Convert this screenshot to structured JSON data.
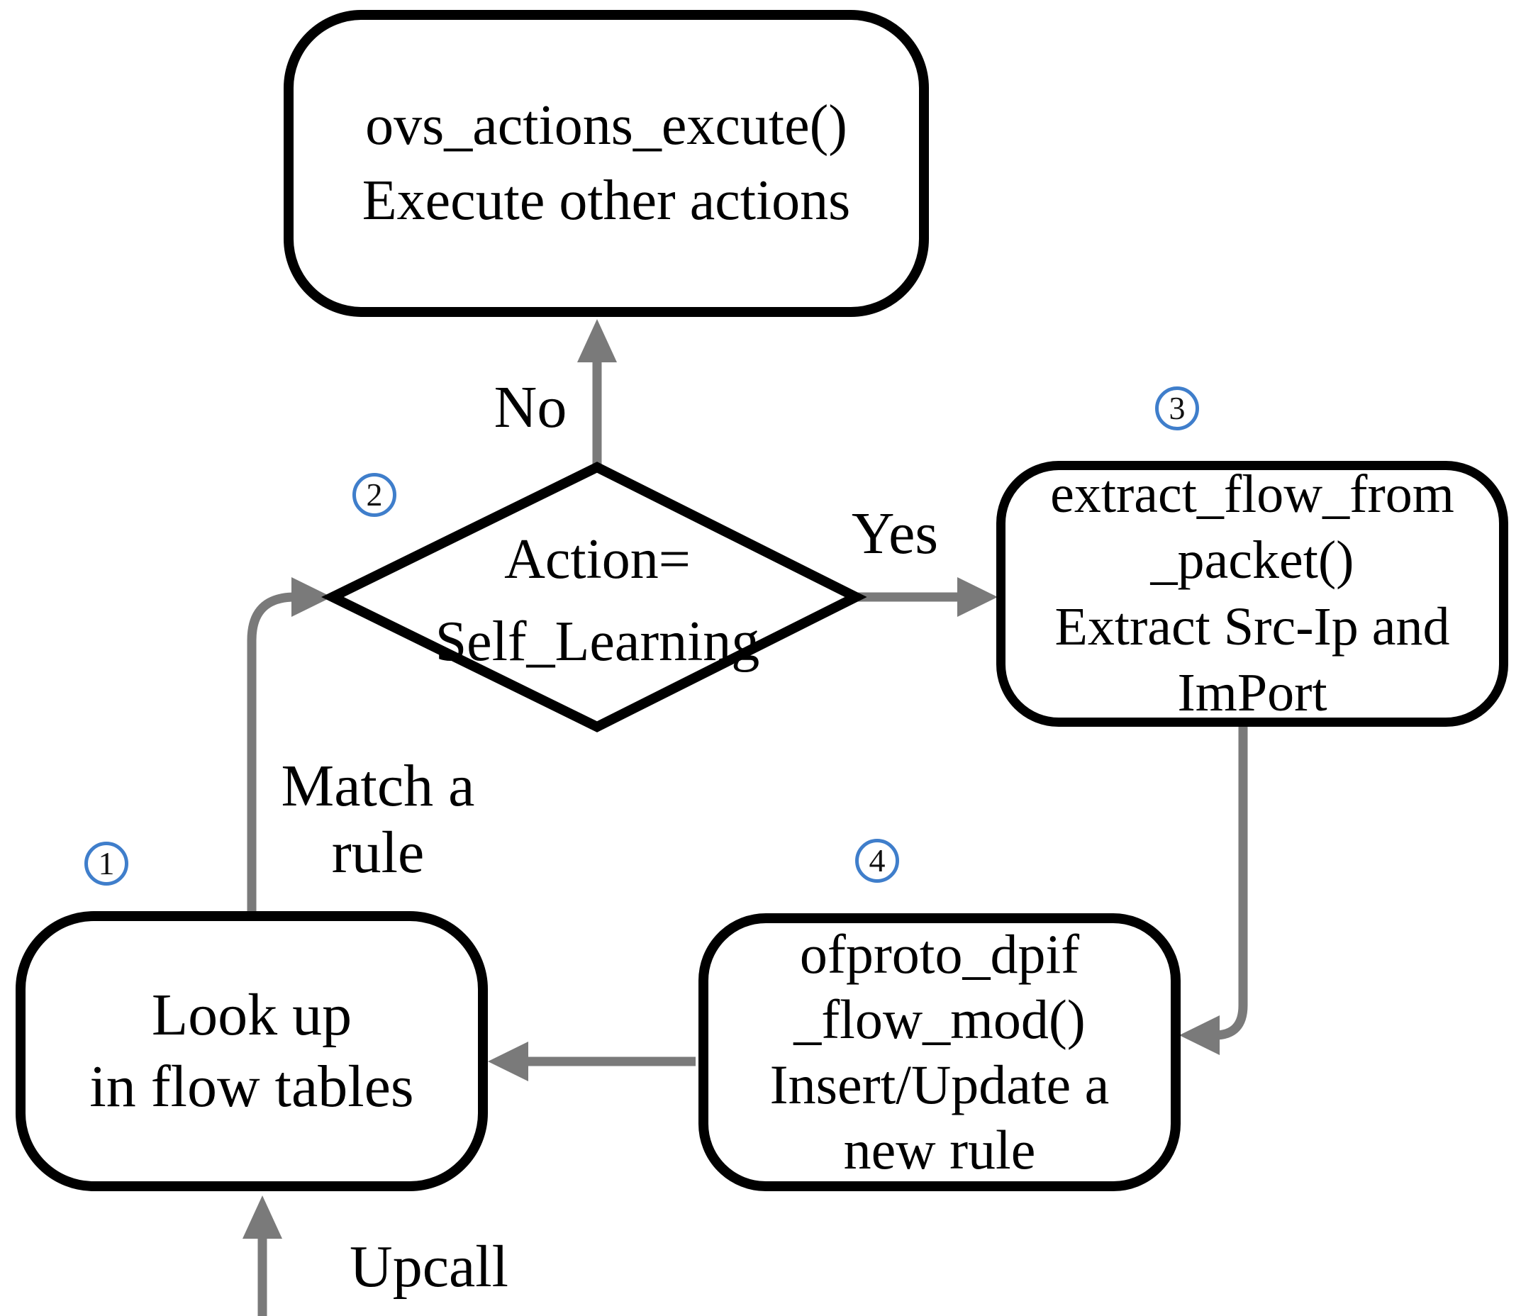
{
  "colors": {
    "background": "#ffffff",
    "node_border": "#000000",
    "node_text": "#000000",
    "arrow": "#7a7a7a",
    "badge_ring": "#3f7ecb",
    "badge_digit": "#111111"
  },
  "nodes": {
    "execute": {
      "label": "ovs_actions_excute()\nExecute other actions"
    },
    "decision": {
      "badge": "2",
      "label": "Action=\nSelf_Learning"
    },
    "extract": {
      "badge": "3",
      "label": "extract_flow_from\n_packet()\nExtract Src-Ip and\nImPort"
    },
    "flowmod": {
      "badge": "4",
      "label": "ofproto_dpif\n_flow_mod()\nInsert/Update a\nnew rule"
    },
    "lookup": {
      "badge": "1",
      "label": "Look up\nin flow tables"
    }
  },
  "edges": {
    "no": {
      "label": "No"
    },
    "yes": {
      "label": "Yes"
    },
    "match": {
      "label": "Match a\nrule"
    },
    "upcall": {
      "label": "Upcall"
    }
  }
}
